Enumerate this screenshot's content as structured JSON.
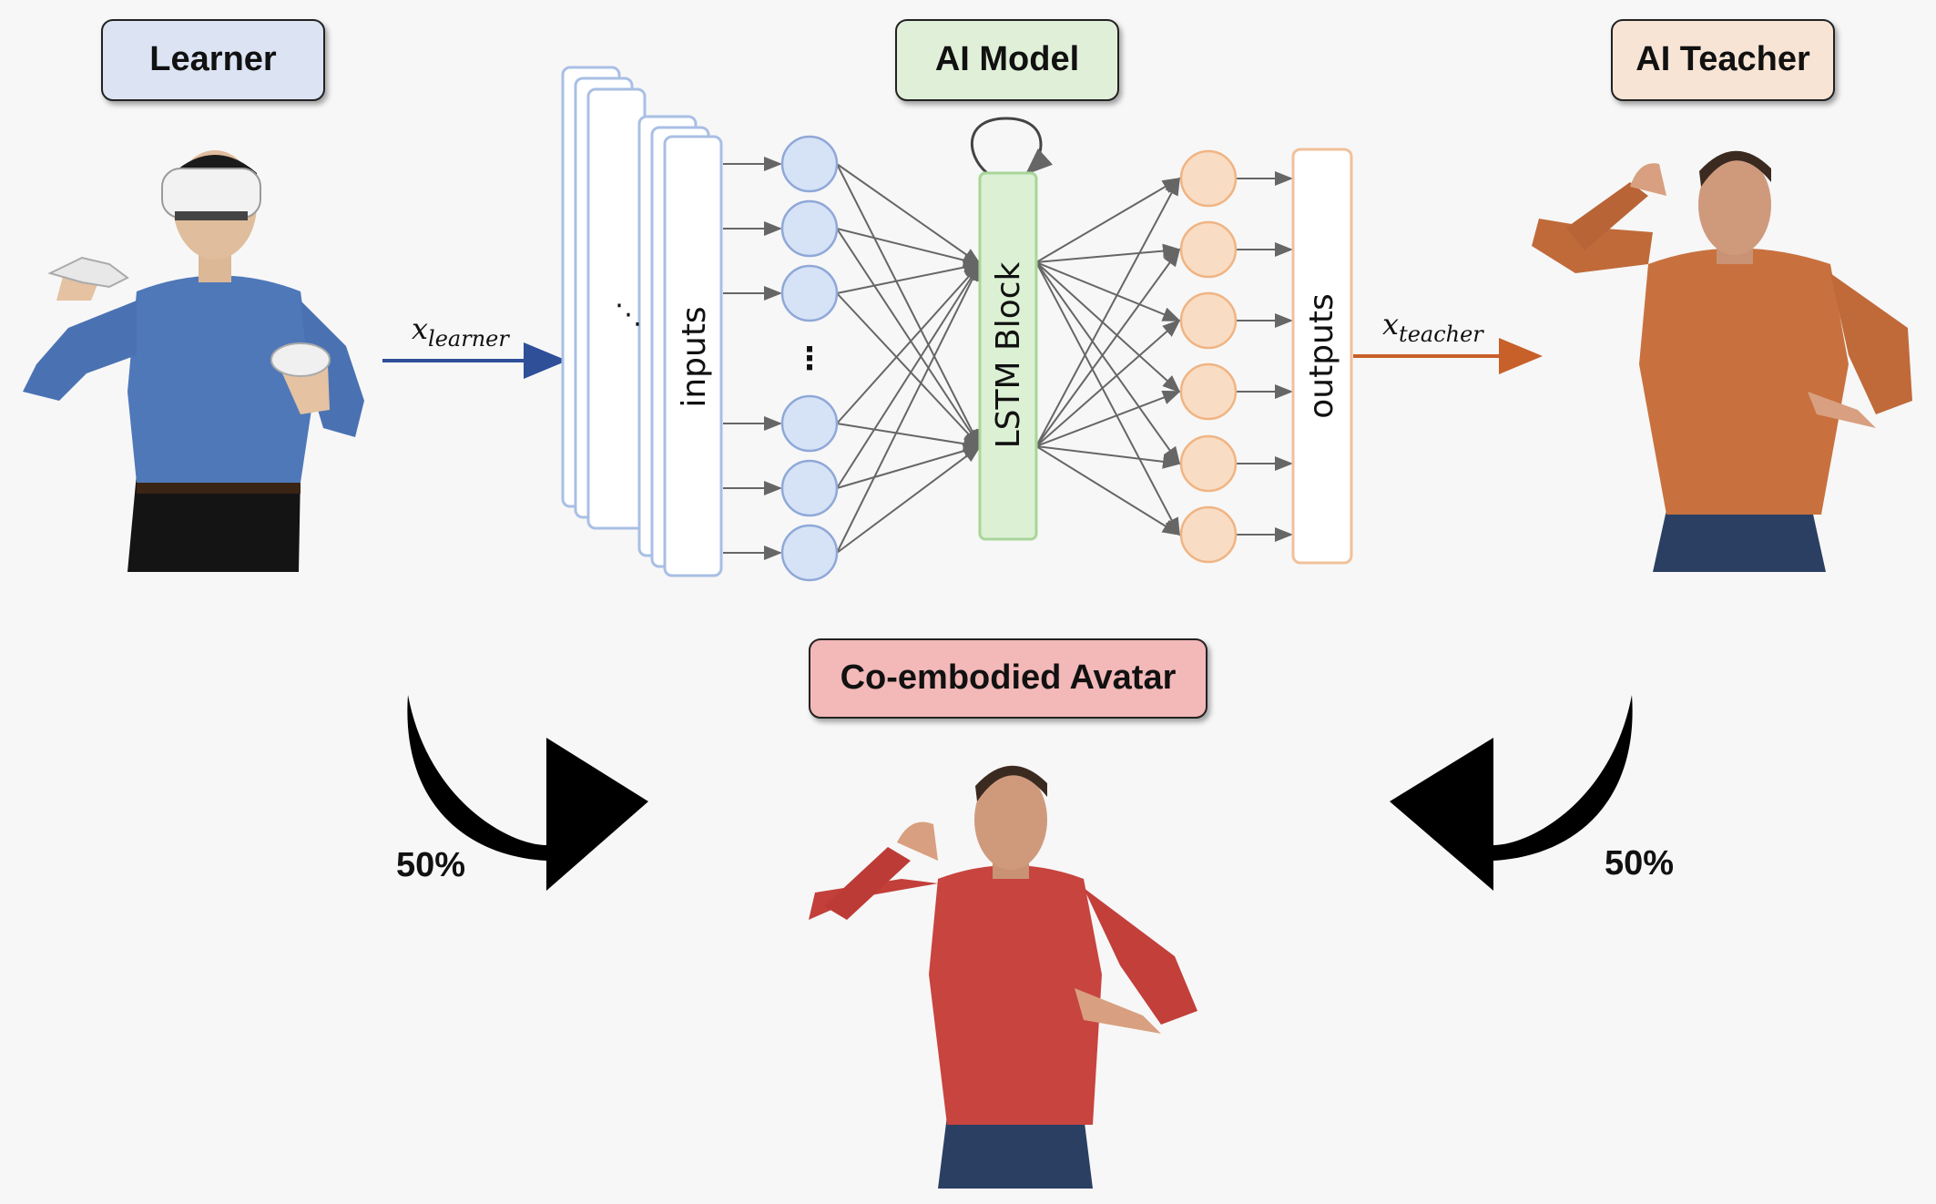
{
  "labels": {
    "learner": "Learner",
    "ai_model": "AI Model",
    "ai_teacher": "AI Teacher",
    "co_avatar": "Co-embodied Avatar"
  },
  "network": {
    "inputs": "inputs",
    "lstm": "LSTM Block",
    "outputs": "outputs",
    "dots_vertical": "⋮",
    "dots_diagonal": "⋱"
  },
  "signals": {
    "x_learner_base": "x",
    "x_learner_sub": "learner",
    "x_teacher_base": "x",
    "x_teacher_sub": "teacher"
  },
  "weights": {
    "left": "50%",
    "right": "50%"
  },
  "colors": {
    "learner_box": "#dce3f3",
    "ai_model_box": "#e0f0d8",
    "teacher_box": "#f8e4d5",
    "avatar_box": "#f3b8b8",
    "input_node": "#d6e2f6",
    "input_stroke": "#8fa8d8",
    "output_node": "#f9dcc4",
    "output_stroke": "#f0b483",
    "lstm_fill": "#dcf0d4",
    "lstm_stroke": "#a8d69a",
    "learner_arrow": "#2f4f99",
    "teacher_arrow": "#c8602a"
  }
}
